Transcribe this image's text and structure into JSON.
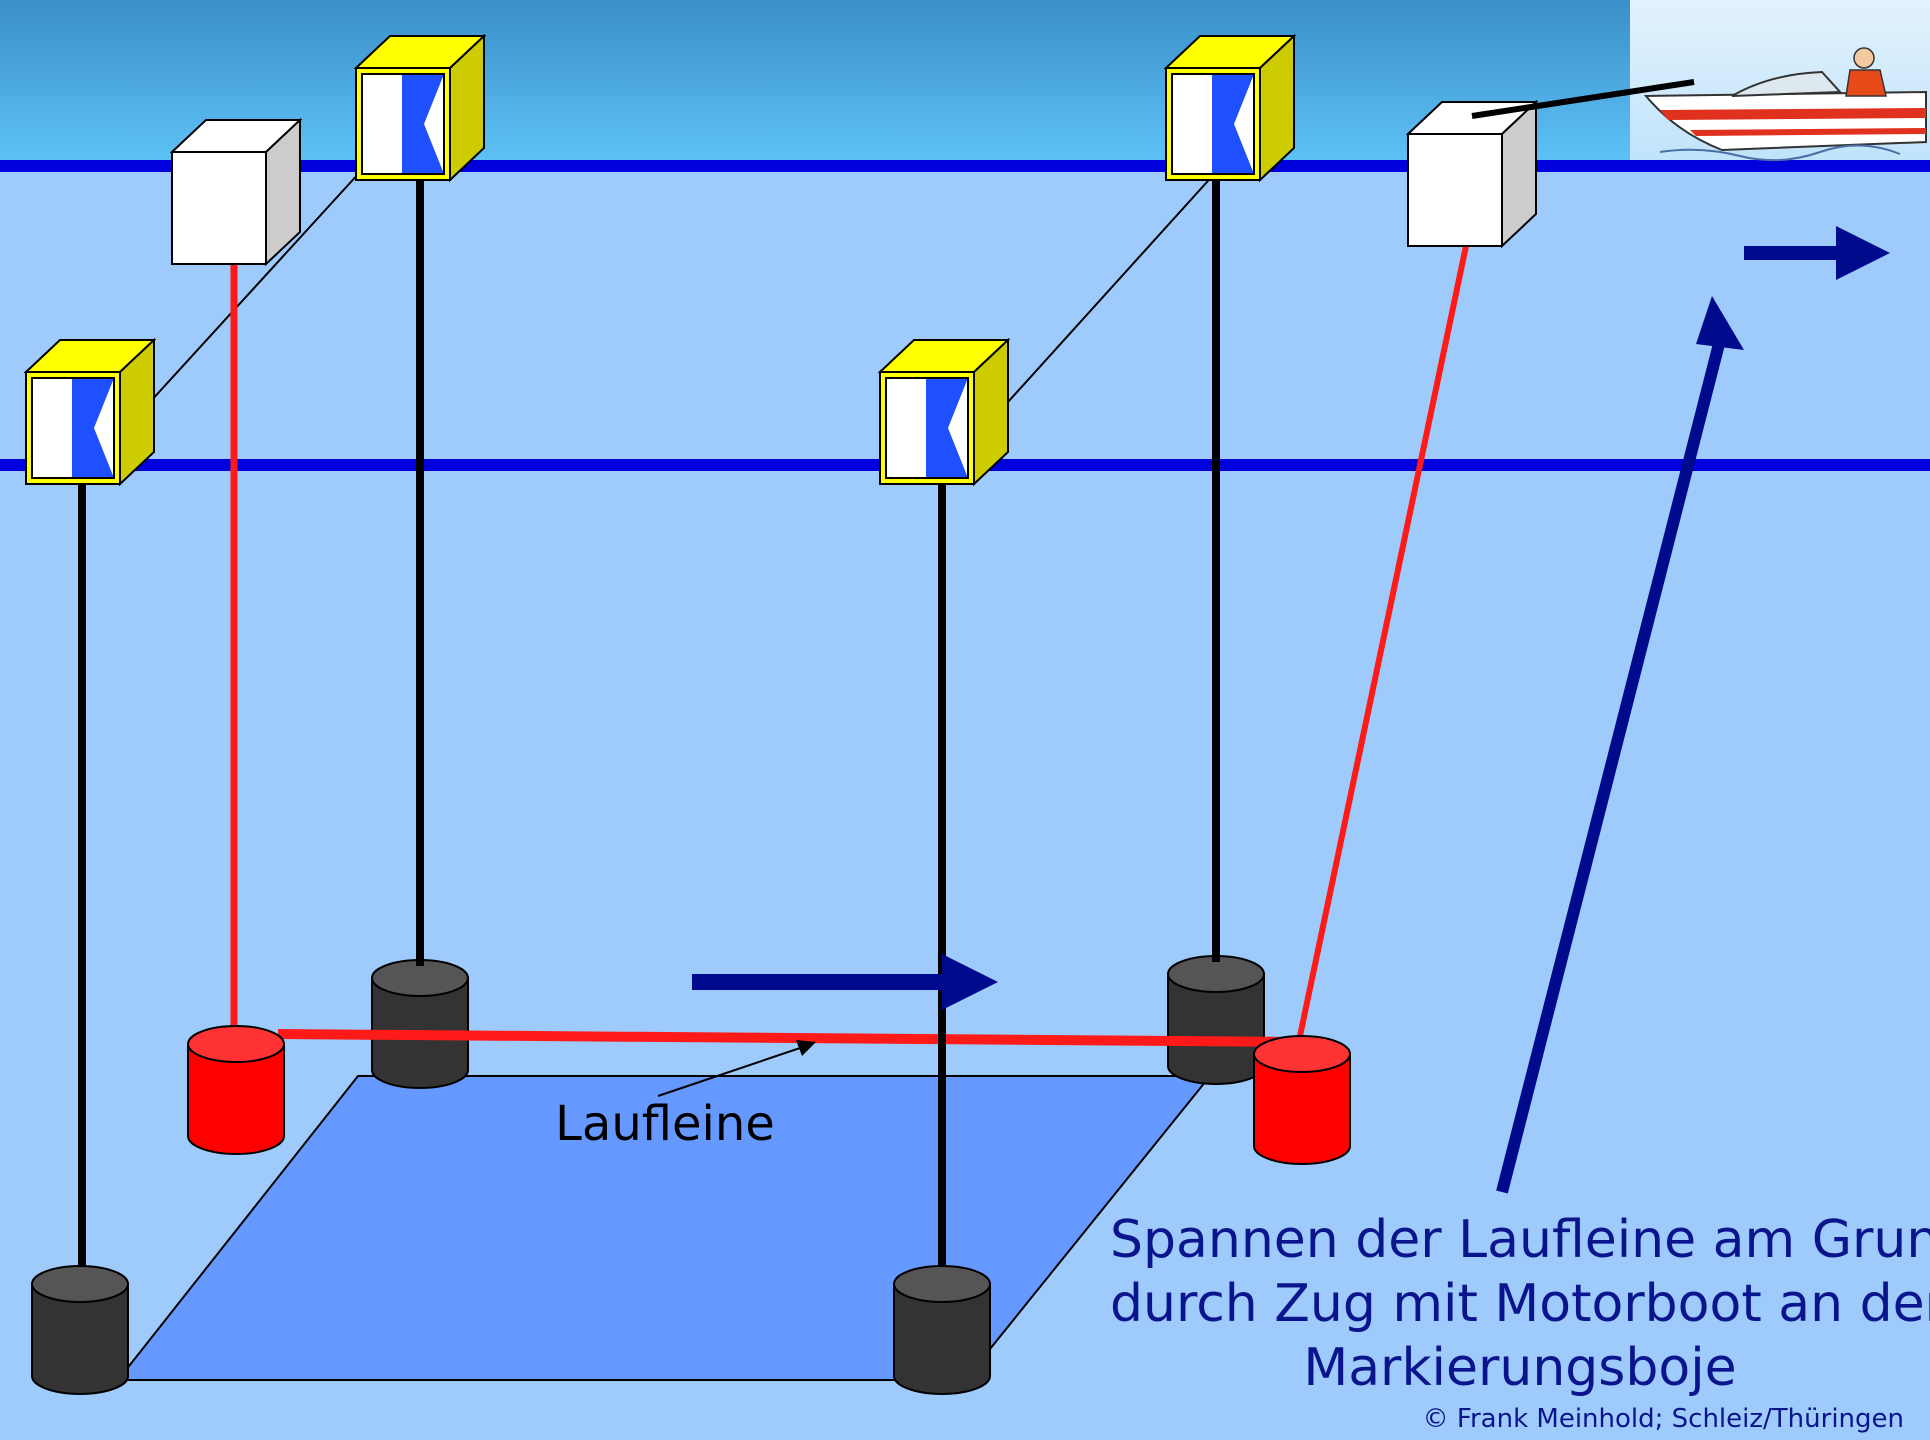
{
  "labels": {
    "laufleine": "Laufleine",
    "caption_lines": [
      "Spannen der Laufleine am Grund",
      "durch Zug mit Motorboot an der",
      "Markierungsboje"
    ],
    "copyright": "© Frank Meinhold; Schleiz/Thüringen"
  },
  "colors": {
    "water": "#9ecbfb",
    "sky_top": "#3a8fc8",
    "sky_bottom": "#5fc3f7",
    "surface_line": "#0000dd",
    "depth_line": "#0000dd",
    "lines": "#000000",
    "red_line": "#ff1a1a",
    "ground_net": "#6699ff",
    "weights": "#333333",
    "marker_buoy": "#ff0000",
    "dive_flag_face": "#ffffff",
    "dive_flag_blue": "#1e50ff",
    "dive_flag_yellow": "#ffff00",
    "arrows": "#000a8c",
    "text": "#0a148c"
  },
  "icons": {
    "dive_buoy": "alpha-flag-cube-icon",
    "marker_buoy": "white-cube-buoy-icon",
    "weight": "black-cylinder-weight-icon",
    "bottom_buoy": "red-cylinder-buoy-icon",
    "boat": "motorboat-icon",
    "arrow": "arrow-icon"
  }
}
